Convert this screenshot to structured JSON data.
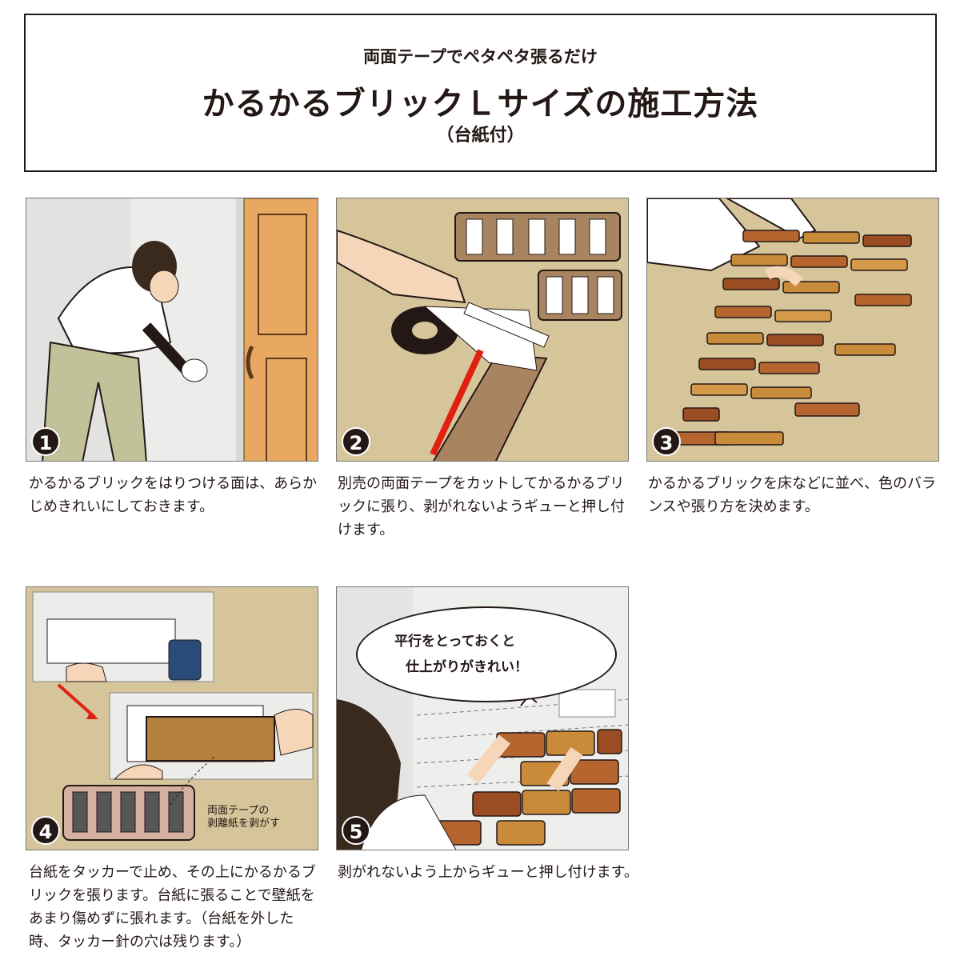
{
  "header": {
    "subtitle": "両面テープでペタペタ張るだけ",
    "title": "かるかるブリックＬサイズの施工方法",
    "paren": "（台紙付）"
  },
  "steps": [
    {
      "number": "1",
      "caption": "かるかるブリックをはりつける面は、あらかじめきれいにしておきます。"
    },
    {
      "number": "2",
      "caption": "別売の両面テープをカットしてかるかるブリックに張り、剥がれないようギューと押し付けます。"
    },
    {
      "number": "3",
      "caption": "かるかるブリックを床などに並べ、色のバランスや張り方を決めます。"
    },
    {
      "number": "4",
      "caption": "台紙をタッカーで止め、その上にかるかるブリックを張ります。台紙に張ることで壁紙をあまり傷めずに張れます。（台紙を外した時、タッカー針の穴は残ります。）",
      "note_line1": "両面テープの",
      "note_line2": "剥離紙を剥がす"
    },
    {
      "number": "5",
      "caption": "剥がれないよう上からギューと押し付けます。",
      "bubble_line1": "平行をとっておくと",
      "bubble_line2": "仕上がりがきれい！"
    }
  ],
  "colors": {
    "beige": "#d6c59a",
    "wall": "#eeeeec",
    "brick": "#b5652e",
    "door": "#e8a862"
  }
}
